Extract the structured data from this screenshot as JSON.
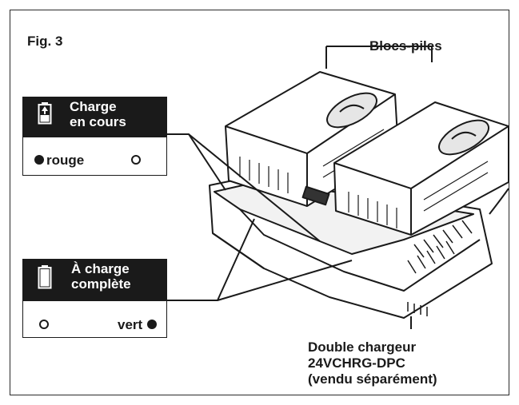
{
  "figure_label": "Fig. 3",
  "callouts": {
    "battery_packs": "Blocs-piles",
    "charger_line1": "Double chargeur",
    "charger_line2": "24VCHRG-DPC",
    "charger_line3": "(vendu séparément)"
  },
  "charging_box": {
    "line1": "Charge",
    "line2": "en cours",
    "indicator_label": "rouge",
    "indicator_color": "#1a1a1a"
  },
  "charged_box": {
    "line1": "À charge",
    "line2": "complète",
    "indicator_label": "vert",
    "indicator_color": "#1a1a1a"
  },
  "icons": [
    "battery-charging-icon",
    "battery-full-icon",
    "led-indicator-icon"
  ]
}
